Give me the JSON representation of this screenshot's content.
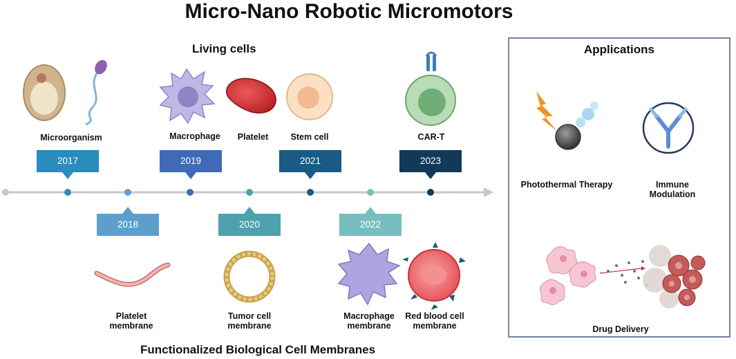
{
  "title": "Micro-Nano Robotic Micromotors",
  "living_cells_heading": "Living cells",
  "membranes_heading": "Functionalized Biological Cell Membranes",
  "applications": {
    "heading": "Applications",
    "items": [
      "Photothermal Therapy",
      "Immune Modulation",
      "Drug Delivery"
    ]
  },
  "timeline": {
    "years": [
      {
        "label": "2017",
        "color": "#2a8bbd"
      },
      {
        "label": "2018",
        "color": "#5c9fcc"
      },
      {
        "label": "2019",
        "color": "#3f6ab6"
      },
      {
        "label": "2020",
        "color": "#4ea2ae"
      },
      {
        "label": "2021",
        "color": "#1a5a86"
      },
      {
        "label": "2022",
        "color": "#76bec0"
      },
      {
        "label": "2023",
        "color": "#12395a"
      }
    ]
  },
  "top_labels": [
    "Microorganism",
    "Macrophage",
    "Platelet",
    "Stem cell",
    "CAR-T"
  ],
  "bottom_labels": [
    {
      "line1": "Platelet",
      "line2": "membrane"
    },
    {
      "line1": "Tumor cell",
      "line2": "membrane"
    },
    {
      "line1": "Macrophage",
      "line2": "membrane"
    },
    {
      "line1": "Red blood cell",
      "line2": "membrane"
    }
  ]
}
